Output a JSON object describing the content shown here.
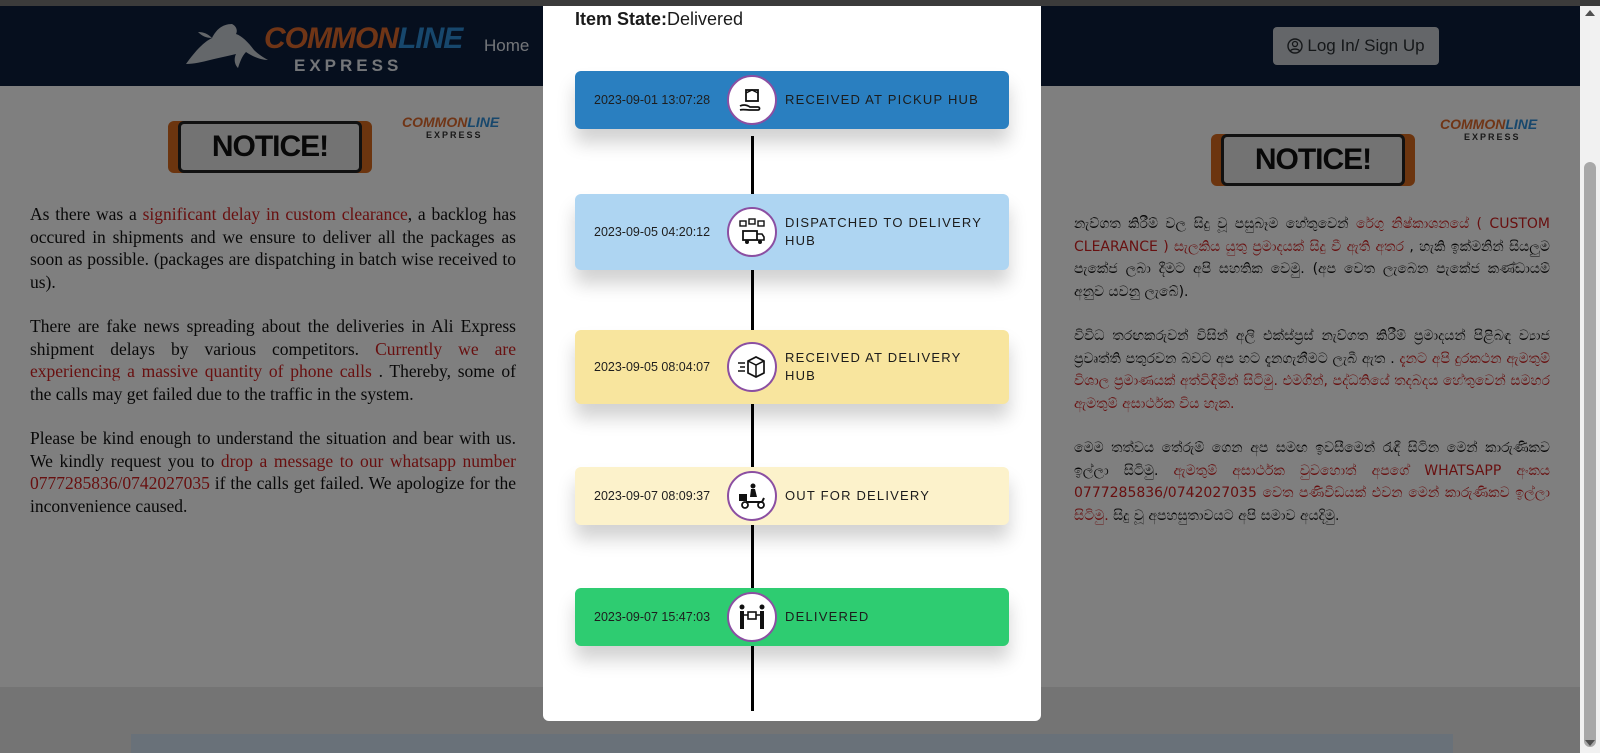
{
  "header": {
    "logo": {
      "word1": "COMMON",
      "word2": "LINE",
      "sub": "EXPRESS"
    },
    "nav_home": "Home",
    "login_label": "Log In/ Sign Up"
  },
  "notice": {
    "badge": "NOTICE!",
    "mini_logo": {
      "word1": "COMMON",
      "word2": "LINE",
      "sub": "EXPRESS"
    },
    "english": {
      "p1_a": " As there was a ",
      "p1_red": "significant delay in custom clearance",
      "p1_b": ", a backlog has occured in shipments and we ensure to deliver all the packages as soon as possible. (packages are dispatching in batch wise received to us).",
      "p2_a": "There are fake news spreading about the deliveries in Ali Express shipment delays by various competitors. ",
      "p2_red": "Currently we are experiencing a massive quantity of phone calls",
      "p2_b": " . Thereby, some of the calls may get failed due to the traffic in the system.",
      "p3_a": "Please be kind enough to understand the situation and bear with us. We kindly request you to ",
      "p3_red": "drop a message to our whatsapp number 0777285836/0742027035",
      "p3_b": " if the calls get failed. We apologize for the inconvenience caused."
    },
    "sinhala": {
      "p1_a": "නැව්ගත කිරීම් වල සිදු වූ පසුබෑම හේතුවෙන් ",
      "p1_red": "රේගු නිෂ්කාශනයේ ( CUSTOM CLEARANCE ) සැලකිය යුතු ප්‍රමාදයක් සිදු වී ඇති අතර",
      "p1_b": " , හැකි ඉක්මනින් සියලුම පැකේජ ලබා දීමට අපි සහතික වෙමු. (අප වෙත ලැබෙන පැකේජ කණ්ඩායම් අනුව යවනු ලැබේ).",
      "p2_a": "විවිධ තරඟකරුවන් විසින් අලි එක්ස්ප්‍රස් නැව්ගත කිරීම් ප්‍රමාදයන් පිළිබඳ ව්‍යාජ ප්‍රවෘත්ති පතුරවන බවට අප හට දැනගැනීමට ලැබී ඇත . ",
      "p2_red": "දැනට අපි දුරකථන ඇමතුම් විශාල ප්‍රමාණයක් අත්විඳිමින් සිටිමු. එමගින්, පද්ධතියේ තදබදය හේතුවෙන් සමහර ඇමතුම් අසාර්ථක විය හැක.",
      "p3_a": "මෙම තත්වය තේරුම් ගෙන අප සමඟ ඉවසීමෙන් රැඳී සිටින මෙන් කාරුණිකව ඉල්ලා සිටිමු. ",
      "p3_red": "ඇමතුම් අසාර්ථක වුවහොත් අපගේ WHATSAPP අංකය 0777285836/0742027035 වෙත පණිවිඩයක් එවන මෙන් කාරුණිකව ඉල්ලා සිටිමු.",
      "p3_b": " සිදු වූ අපහසුතාවයට අපි සමාව අයදිමු."
    }
  },
  "modal": {
    "state_label": "Item State:",
    "state_value": "Delivered",
    "events": [
      {
        "date": "2023-09-01 13:07:28",
        "status": "RECEIVED AT PICKUP HUB",
        "color": "#2a7fc0",
        "icon": "package-hand-icon"
      },
      {
        "date": "2023-09-05 04:20:12",
        "status": "DISPATCHED TO DELIVERY HUB",
        "color": "#aed5f2",
        "icon": "delivery-truck-icon"
      },
      {
        "date": "2023-09-05 08:04:07",
        "status": "RECEIVED AT DELIVERY HUB",
        "color": "#f8e59e",
        "icon": "fast-box-icon"
      },
      {
        "date": "2023-09-07 08:09:37",
        "status": "OUT FOR DELIVERY",
        "color": "#fcf2cb",
        "icon": "delivery-scooter-icon"
      },
      {
        "date": "2023-09-07 15:47:03",
        "status": "DELIVERED",
        "color": "#2ecc71",
        "icon": "handover-icon"
      }
    ]
  }
}
